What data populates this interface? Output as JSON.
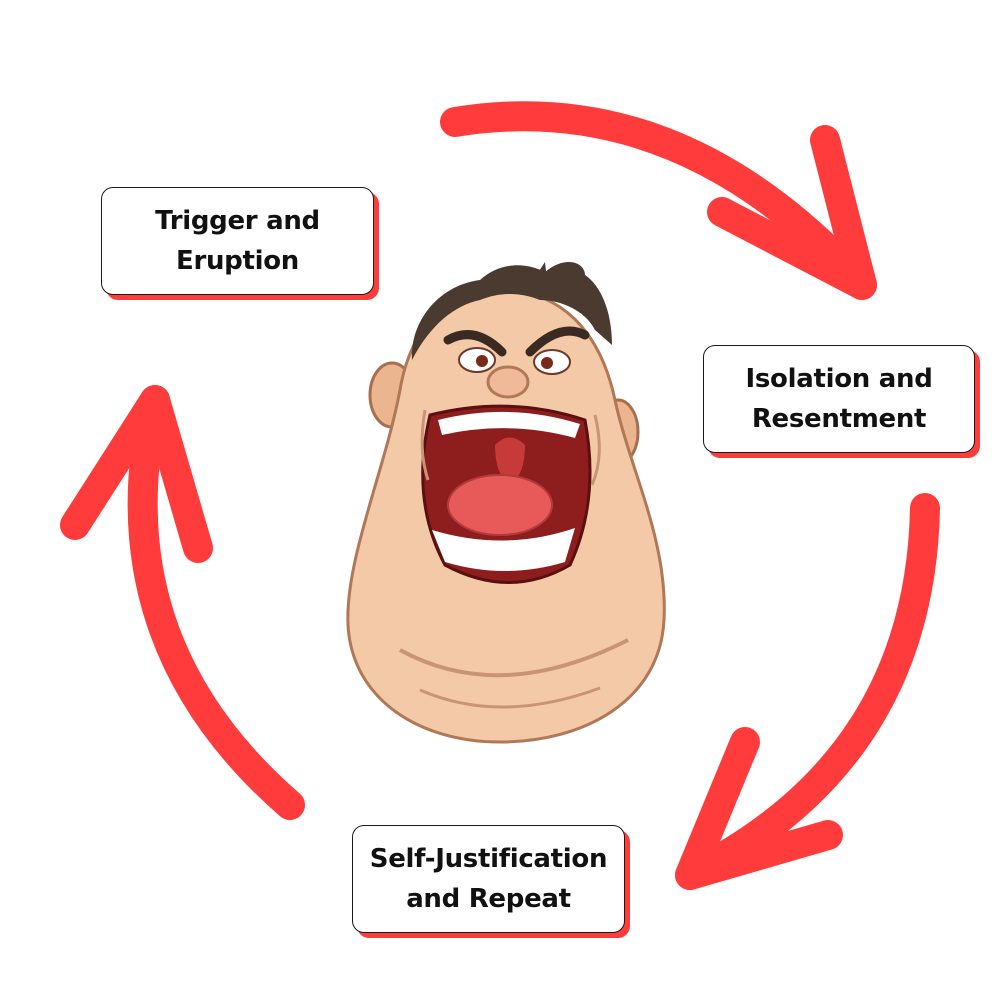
{
  "diagram": {
    "arrow_color": "#ff3b3b",
    "box_shadow_color": "#ff3b3b",
    "stages": [
      {
        "id": "trigger",
        "label": "Trigger and\nEruption"
      },
      {
        "id": "isolation",
        "label": "Isolation and\nResentment"
      },
      {
        "id": "justification",
        "label": "Self-Justification\nand Repeat"
      }
    ],
    "center_image": "angry-shouting-face-illustration",
    "cycle_arrows": 3
  }
}
